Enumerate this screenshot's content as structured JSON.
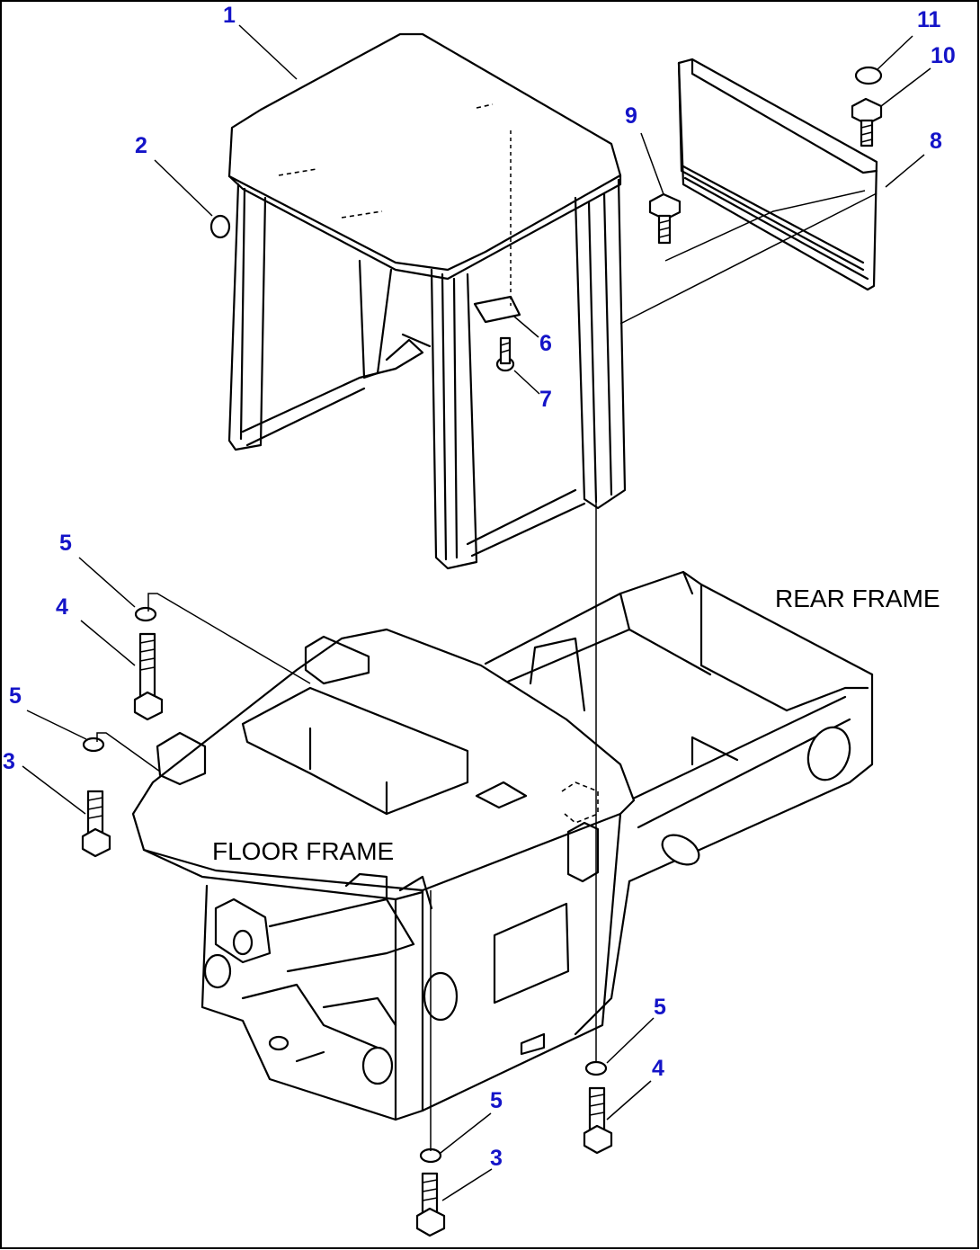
{
  "labels": {
    "rear_frame": "REAR FRAME",
    "floor_frame": "FLOOR FRAME"
  },
  "callouts": [
    {
      "id": "c1",
      "number": "1"
    },
    {
      "id": "c2",
      "number": "2"
    },
    {
      "id": "c3a",
      "number": "3"
    },
    {
      "id": "c3b",
      "number": "3"
    },
    {
      "id": "c4a",
      "number": "4"
    },
    {
      "id": "c4b",
      "number": "4"
    },
    {
      "id": "c5a",
      "number": "5"
    },
    {
      "id": "c5b",
      "number": "5"
    },
    {
      "id": "c5c",
      "number": "5"
    },
    {
      "id": "c5d",
      "number": "5"
    },
    {
      "id": "c6",
      "number": "6"
    },
    {
      "id": "c7",
      "number": "7"
    },
    {
      "id": "c8",
      "number": "8"
    },
    {
      "id": "c9",
      "number": "9"
    },
    {
      "id": "c10",
      "number": "10"
    },
    {
      "id": "c11",
      "number": "11"
    }
  ],
  "colors": {
    "callout": "#1414c8",
    "line": "#000000",
    "background": "#ffffff"
  }
}
